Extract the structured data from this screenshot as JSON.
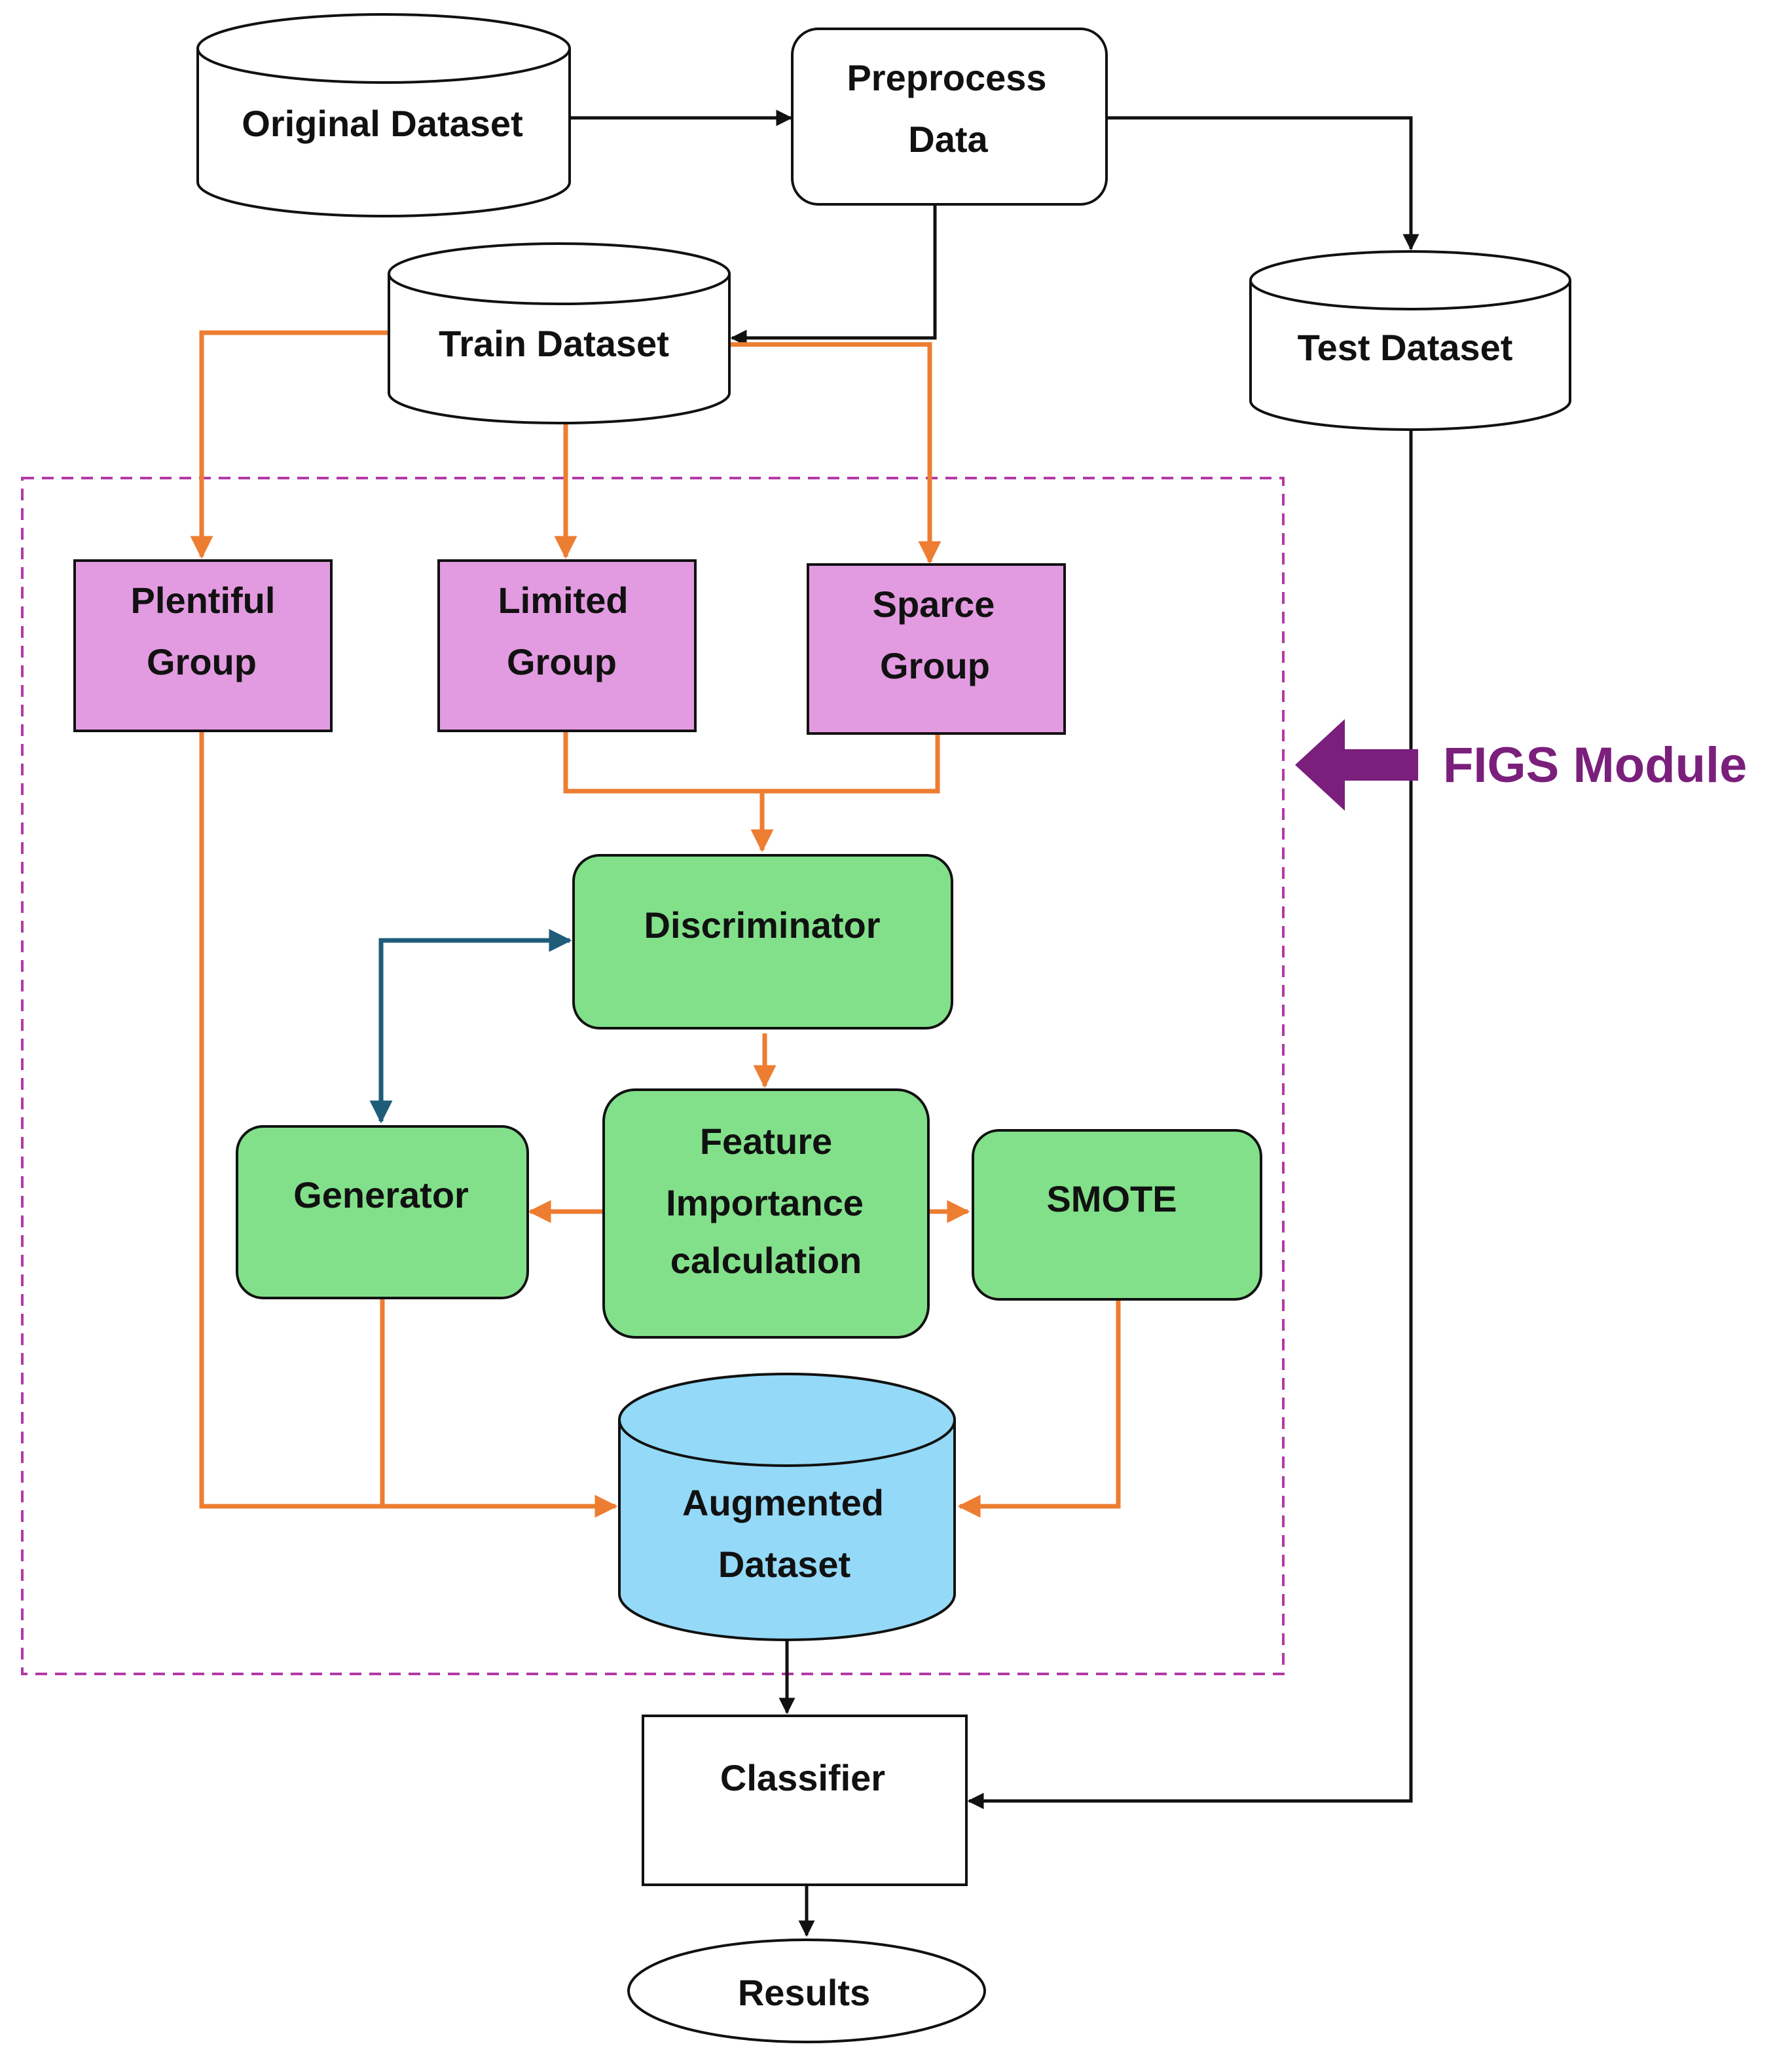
{
  "nodes": {
    "original_dataset": "Original Dataset",
    "preprocess_line1": "Preprocess",
    "preprocess_line2": "Data",
    "train_dataset": "Train Dataset",
    "test_dataset": "Test Dataset",
    "plentiful_line1": "Plentiful",
    "plentiful_line2": "Group",
    "limited_line1": "Limited",
    "limited_line2": "Group",
    "sparce_line1": "Sparce",
    "sparce_line2": "Group",
    "discriminator": "Discriminator",
    "generator": "Generator",
    "feature_line1": "Feature",
    "feature_line2": "Importance",
    "feature_line3": "calculation",
    "smote": "SMOTE",
    "augmented_line1": "Augmented",
    "augmented_line2": "Dataset",
    "classifier": "Classifier",
    "results": "Results"
  },
  "module_label": "FIGS Module",
  "colors": {
    "orange_edge": "#ed7d31",
    "blue_edge": "#1f5c7a",
    "black_edge": "#111111",
    "group_fill": "#e29be0",
    "process_fill": "#82e08a",
    "augmented_fill": "#94d9f7",
    "module_border": "#b33aa6",
    "module_label": "#7a1f7c"
  }
}
